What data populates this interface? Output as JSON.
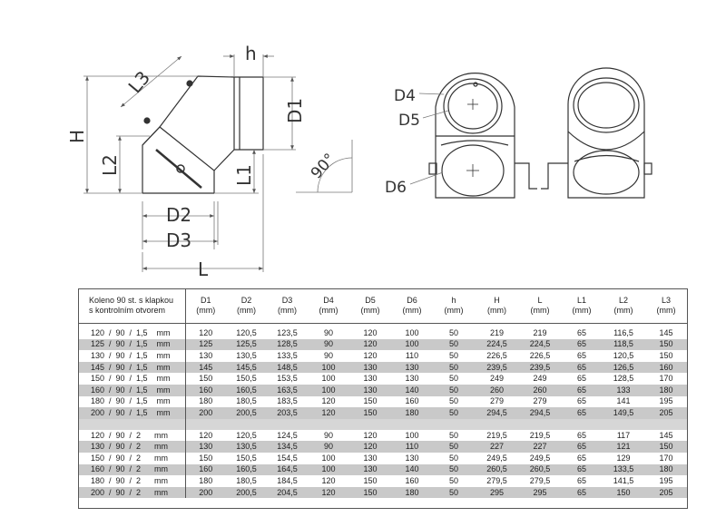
{
  "drawing": {
    "labels": {
      "h": "h",
      "D1": "D1",
      "H": "H",
      "L3": "L3",
      "L2": "L2",
      "L1": "L1",
      "D2": "D2",
      "D3": "D3",
      "L": "L",
      "angle": "90°",
      "D4": "D4",
      "D5": "D5",
      "D6": "D6"
    }
  },
  "table": {
    "title_line1": "Koleno 90 st. s klapkou",
    "title_line2": "s kontrolním otvorem",
    "columns": [
      {
        "name": "D1",
        "unit": "(mm)"
      },
      {
        "name": "D2",
        "unit": "(mm)"
      },
      {
        "name": "D3",
        "unit": "(mm)"
      },
      {
        "name": "D4",
        "unit": "(mm)"
      },
      {
        "name": "D5",
        "unit": "(mm)"
      },
      {
        "name": "D6",
        "unit": "(mm)"
      },
      {
        "name": "h",
        "unit": "(mm)"
      },
      {
        "name": "H",
        "unit": "(mm)"
      },
      {
        "name": "L",
        "unit": "(mm)"
      },
      {
        "name": "L1",
        "unit": "(mm)"
      },
      {
        "name": "L2",
        "unit": "(mm)"
      },
      {
        "name": "L3",
        "unit": "(mm)"
      }
    ],
    "group1": [
      {
        "label": "120  /  90  /  1,5    mm",
        "values": [
          "120",
          "120,5",
          "123,5",
          "90",
          "120",
          "100",
          "50",
          "219",
          "219",
          "65",
          "116,5",
          "145"
        ]
      },
      {
        "label": "125  /  90  /  1,5    mm",
        "values": [
          "125",
          "125,5",
          "128,5",
          "90",
          "120",
          "100",
          "50",
          "224,5",
          "224,5",
          "65",
          "118,5",
          "150"
        ]
      },
      {
        "label": "130  /  90  /  1,5    mm",
        "values": [
          "130",
          "130,5",
          "133,5",
          "90",
          "120",
          "110",
          "50",
          "226,5",
          "226,5",
          "65",
          "120,5",
          "150"
        ]
      },
      {
        "label": "145  /  90  /  1,5    mm",
        "values": [
          "145",
          "145,5",
          "148,5",
          "100",
          "130",
          "130",
          "50",
          "239,5",
          "239,5",
          "65",
          "126,5",
          "160"
        ]
      },
      {
        "label": "150  /  90  /  1,5    mm",
        "values": [
          "150",
          "150,5",
          "153,5",
          "100",
          "130",
          "130",
          "50",
          "249",
          "249",
          "65",
          "128,5",
          "170"
        ]
      },
      {
        "label": "160  /  90  /  1,5    mm",
        "values": [
          "160",
          "160,5",
          "163,5",
          "100",
          "130",
          "140",
          "50",
          "260",
          "260",
          "65",
          "133",
          "180"
        ]
      },
      {
        "label": "180  /  90  /  1,5    mm",
        "values": [
          "180",
          "180,5",
          "183,5",
          "120",
          "150",
          "160",
          "50",
          "279",
          "279",
          "65",
          "141",
          "195"
        ]
      },
      {
        "label": "200  /  90  /  1,5    mm",
        "values": [
          "200",
          "200,5",
          "203,5",
          "120",
          "150",
          "180",
          "50",
          "294,5",
          "294,5",
          "65",
          "149,5",
          "205"
        ]
      }
    ],
    "group2": [
      {
        "label": "120  /  90  /  2      mm",
        "values": [
          "120",
          "120,5",
          "124,5",
          "90",
          "120",
          "100",
          "50",
          "219,5",
          "219,5",
          "65",
          "117",
          "145"
        ]
      },
      {
        "label": "130  /  90  /  2      mm",
        "values": [
          "130",
          "130,5",
          "134,5",
          "90",
          "120",
          "110",
          "50",
          "227",
          "227",
          "65",
          "121",
          "150"
        ]
      },
      {
        "label": "150  /  90  /  2      mm",
        "values": [
          "150",
          "150,5",
          "154,5",
          "100",
          "130",
          "130",
          "50",
          "249,5",
          "249,5",
          "65",
          "129",
          "170"
        ]
      },
      {
        "label": "160  /  90  /  2      mm",
        "values": [
          "160",
          "160,5",
          "164,5",
          "100",
          "130",
          "140",
          "50",
          "260,5",
          "260,5",
          "65",
          "133,5",
          "180"
        ]
      },
      {
        "label": "180  /  90  /  2      mm",
        "values": [
          "180",
          "180,5",
          "184,5",
          "120",
          "150",
          "160",
          "50",
          "279,5",
          "279,5",
          "65",
          "141,5",
          "195"
        ]
      },
      {
        "label": "200  /  90  /  2      mm",
        "values": [
          "200",
          "200,5",
          "204,5",
          "120",
          "150",
          "180",
          "50",
          "295",
          "295",
          "65",
          "150",
          "205"
        ]
      }
    ]
  }
}
